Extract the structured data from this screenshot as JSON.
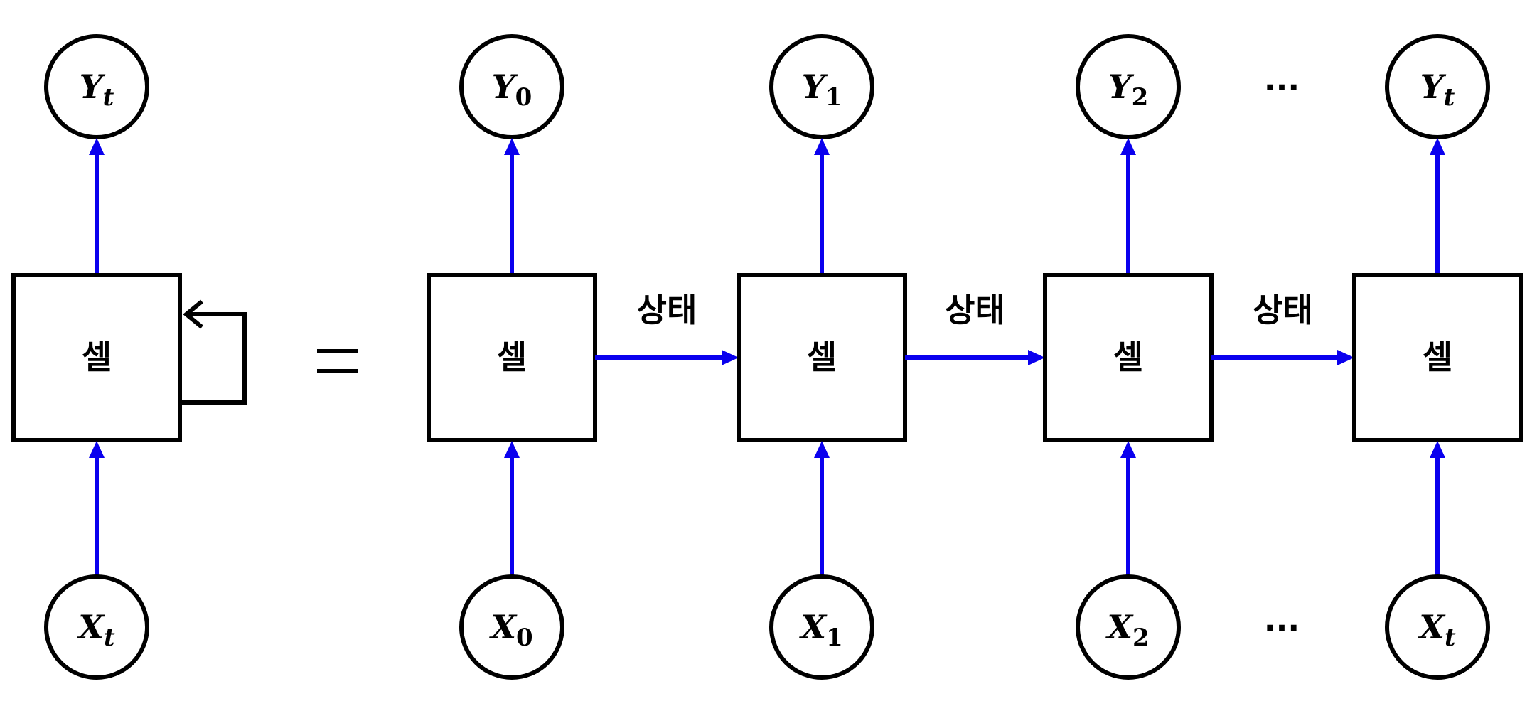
{
  "labels": {
    "cell": "셀",
    "state": "상태",
    "ellipsis": "···"
  },
  "rolled": {
    "output": {
      "letter": "Y",
      "sub": "t"
    },
    "input": {
      "letter": "X",
      "sub": "t"
    }
  },
  "unrolled_steps": [
    {
      "output": {
        "letter": "Y",
        "sub": "0"
      },
      "input": {
        "letter": "X",
        "sub": "0"
      }
    },
    {
      "output": {
        "letter": "Y",
        "sub": "1"
      },
      "input": {
        "letter": "X",
        "sub": "1"
      }
    },
    {
      "output": {
        "letter": "Y",
        "sub": "2"
      },
      "input": {
        "letter": "X",
        "sub": "2"
      }
    },
    {
      "output": {
        "letter": "Y",
        "sub": "t"
      },
      "input": {
        "letter": "X",
        "sub": "t"
      }
    }
  ],
  "colors": {
    "flow": "#0a00ee",
    "outline": "#000000",
    "background": "#ffffff"
  }
}
